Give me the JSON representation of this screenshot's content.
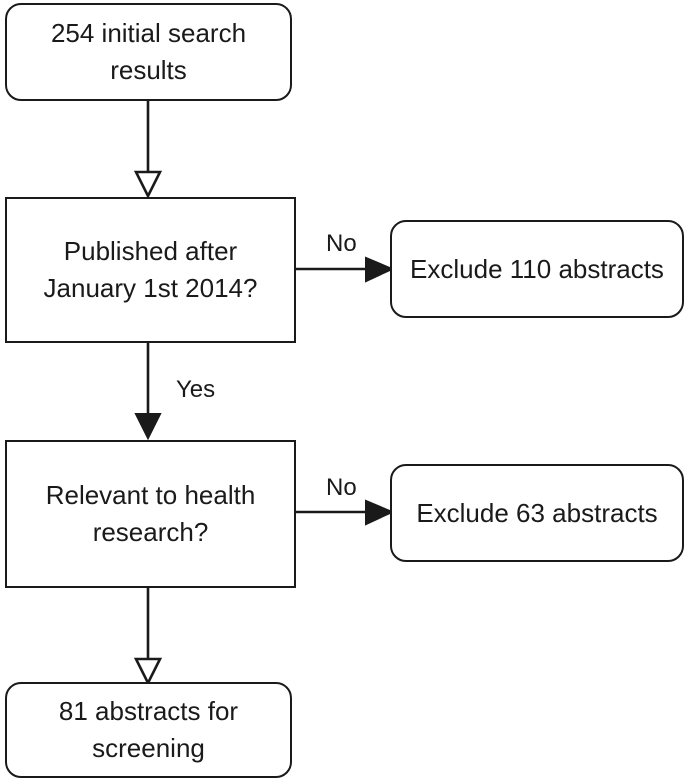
{
  "nodes": {
    "start": {
      "text": "254 initial search\nresults"
    },
    "decision_date": {
      "text": "Published after\nJanuary 1st 2014?"
    },
    "exclude_date": {
      "text": "Exclude 110 abstracts"
    },
    "decision_relevance": {
      "text": "Relevant to health\nresearch?"
    },
    "exclude_relevance": {
      "text": "Exclude 63 abstracts"
    },
    "end": {
      "text": "81 abstracts for\nscreening"
    }
  },
  "edge_labels": {
    "date_no": "No",
    "date_yes": "Yes",
    "relevance_no": "No"
  }
}
